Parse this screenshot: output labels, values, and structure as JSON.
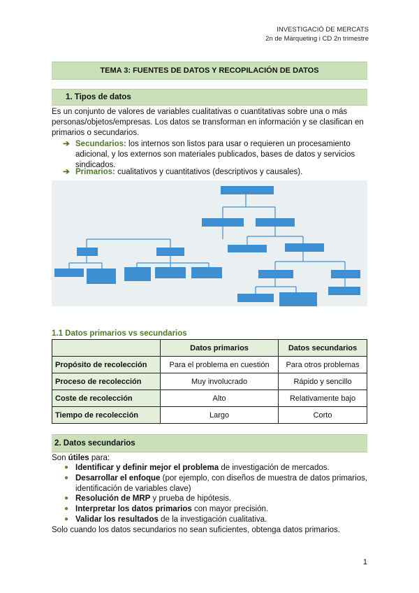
{
  "header": {
    "line1": "INVESTIGACIÓ DE MERCATS",
    "line2": "2n de Màrqueting i CD 2n trimestre"
  },
  "title": "TEMA 3: FUENTES DE DATOS Y RECOPILACIÓN DE DATOS",
  "section1": {
    "heading": "1.   Tipos de datos",
    "intro": "Es un conjunto de valores de variables cualitativas o cuantitativas sobre una o más personas/objetos/empresas. Los datos se transforman en información y se clasifican en primarios o secundarios.",
    "arrow_glyph": "➔",
    "items": [
      {
        "term": "Secundarios:",
        "text": " los internos son listos para usar o requieren un procesamiento adicional, y los externos son materiales publicados, bases de datos y servicios sindicados."
      },
      {
        "term": "Primarios:",
        "text": " cualitativos y cuantitativos (descriptivos y causales)."
      }
    ]
  },
  "section11": {
    "heading": "1.1 Datos primarios vs secundarios",
    "columns": [
      "",
      "Datos primarios",
      "Datos secundarios"
    ],
    "rows": [
      [
        "Propósito de recolección",
        "Para el problema en cuestión",
        "Para otros problemas"
      ],
      [
        "Proceso de recolección",
        "Muy involucrado",
        "Rápido y sencillo"
      ],
      [
        "Coste de recolección",
        "Alto",
        "Relativamente bajo"
      ],
      [
        "Tiempo de recolección",
        "Largo",
        "Corto"
      ]
    ]
  },
  "section2": {
    "heading": "2. Datos secundarios",
    "intro_prefix": "Son ",
    "intro_bold": "útiles",
    "intro_suffix": " para:",
    "bullet_glyph": "●",
    "items": [
      {
        "bold": "Identificar y definir mejor el problema",
        "text": " de investigación de mercados."
      },
      {
        "bold": "Desarrollar el enfoque",
        "text": " (por ejemplo, con diseños de muestra de datos primarios, identificación de variables clave)"
      },
      {
        "bold": "Resolución de MRP",
        "text": " y prueba de hipótesis."
      },
      {
        "bold": "Interpretar los datos primarios",
        "text": " con mayor precisión."
      },
      {
        "bold": "Validar los resultados",
        "text": " de la investigación cualitativa."
      }
    ],
    "closing": "Solo cuando los datos secundarios no sean suficientes, obtenga datos primarios."
  },
  "page_number": "1",
  "colors": {
    "band": "#c9e0b9",
    "green_text": "#4f7a2a",
    "diagram_box": "#3d8fd1"
  }
}
